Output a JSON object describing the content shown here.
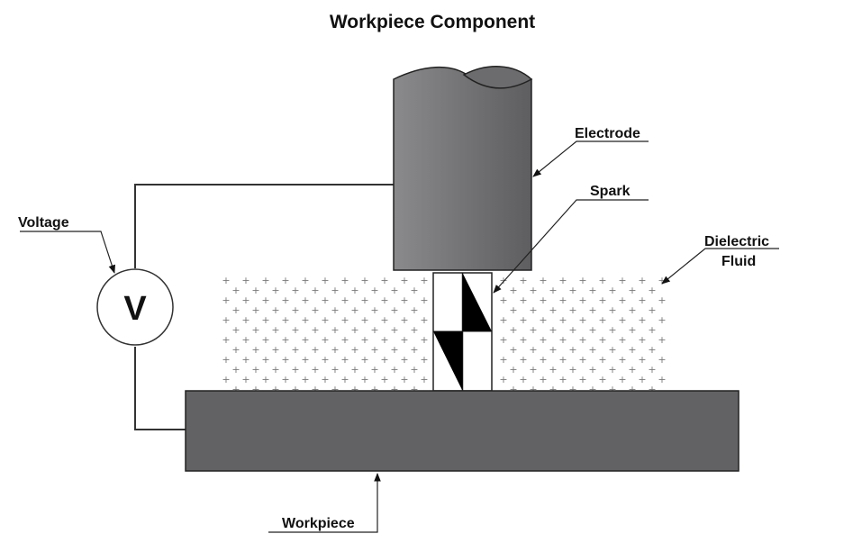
{
  "title": "Workpiece Component",
  "labels": {
    "electrode": "Electrode",
    "spark": "Spark",
    "dielectric_line1": "Dielectric",
    "dielectric_line2": "Fluid",
    "voltage": "Voltage",
    "voltmeter_symbol": "V",
    "workpiece": "Workpiece"
  },
  "colors": {
    "electrode_light": "#8a8a8c",
    "electrode_dark": "#5e5e60",
    "workpiece": "#626264",
    "outline": "#222222",
    "fluid_marker": "#7a7a7a",
    "spark": "#000000"
  },
  "fluid_marker_glyph": "+"
}
